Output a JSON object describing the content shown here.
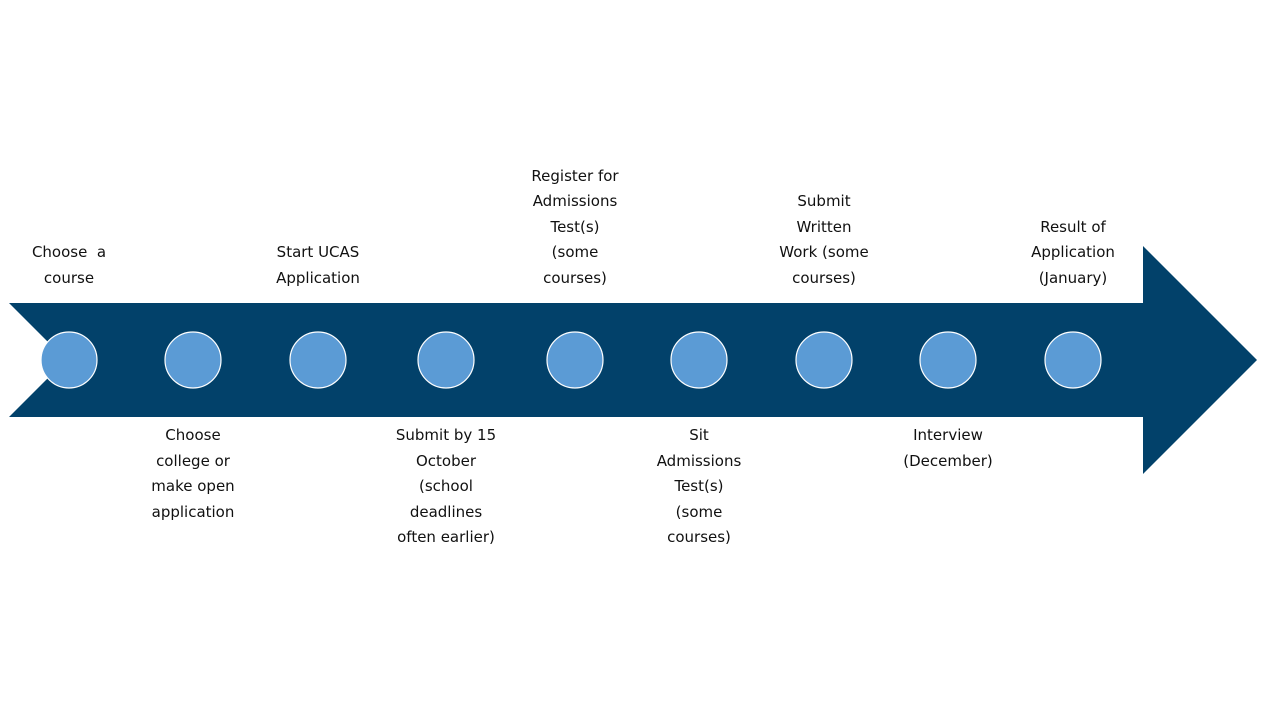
{
  "colors": {
    "arrow": "#02416A",
    "node_fill": "#5B9BD5",
    "node_stroke": "#FFFFFF",
    "text": "#111111",
    "background": "#FFFFFF"
  },
  "steps": [
    {
      "lines": [
        "Choose  a",
        "course"
      ],
      "position": "above"
    },
    {
      "lines": [
        "Choose",
        "college or",
        "make open",
        "application"
      ],
      "position": "below"
    },
    {
      "lines": [
        "Start UCAS",
        "Application"
      ],
      "position": "above"
    },
    {
      "lines": [
        "Submit by 15",
        "October",
        "(school",
        "deadlines",
        "often earlier)"
      ],
      "position": "below"
    },
    {
      "lines": [
        "Register for",
        "Admissions",
        "Test(s)",
        "(some",
        "courses)"
      ],
      "position": "above"
    },
    {
      "lines": [
        "Sit",
        "Admissions",
        "Test(s)",
        "(some",
        "courses)"
      ],
      "position": "below"
    },
    {
      "lines": [
        "Submit",
        "Written",
        "Work (some",
        "courses)"
      ],
      "position": "above"
    },
    {
      "lines": [
        "Interview",
        "(December)"
      ],
      "position": "below"
    },
    {
      "lines": [
        "Result of",
        "Application",
        "(January)"
      ],
      "position": "above"
    }
  ]
}
